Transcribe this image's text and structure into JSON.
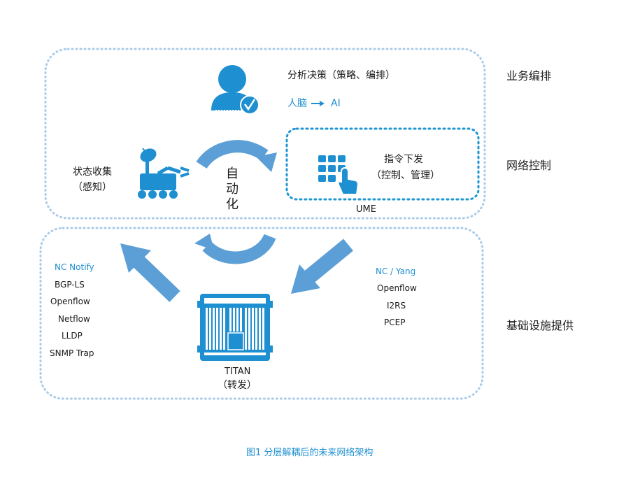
{
  "colors": {
    "accent": "#1e8fd0",
    "arrow": "#5b9fd6",
    "dot_border": "#a9cbe8",
    "ume_border": "#1e96d3"
  },
  "layers": {
    "business": "业务编排",
    "network": "网络控制",
    "infra": "基础设施提供"
  },
  "top": {
    "decision": "分析决策（策略、编排）",
    "brain": "人脑",
    "ai": "AI"
  },
  "ume": {
    "command_line1": "指令下发",
    "command_line2": "（控制、管理）",
    "label": "UME"
  },
  "state": {
    "line1": "状态收集",
    "line2": "（感知）"
  },
  "automation": [
    "自",
    "动",
    "化"
  ],
  "left_protocols": {
    "title": "NC Notify",
    "items": [
      "BGP-LS",
      "Openflow",
      "Netflow",
      "LLDP",
      "SNMP Trap"
    ]
  },
  "right_protocols": {
    "title": "NC / Yang",
    "items": [
      "Openflow",
      "I2RS",
      "PCEP"
    ]
  },
  "titan": {
    "name": "TITAN",
    "role": "（转发）"
  },
  "caption": "图1  分层解耦后的未来网络架构",
  "icons": {
    "user": "user-check-icon",
    "robot": "robot-rover-icon",
    "keypad": "keypad-touch-icon",
    "chassis": "router-chassis-icon"
  }
}
